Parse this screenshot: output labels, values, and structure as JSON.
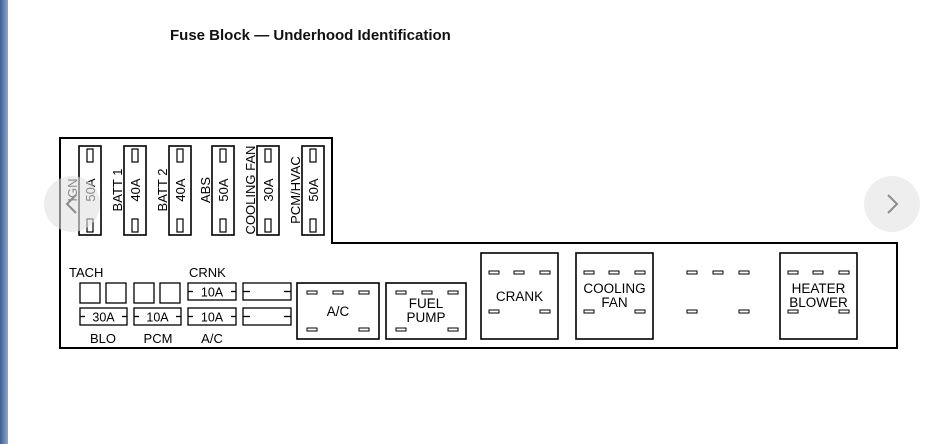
{
  "title": "Fuse Block — Underhood Identification",
  "nav": {
    "prev_icon": "chevron-left-icon",
    "next_icon": "chevron-right-icon"
  },
  "top_fuses": [
    {
      "name": "IGN",
      "amps": "50A"
    },
    {
      "name": "BATT 1",
      "amps": "40A"
    },
    {
      "name": "BATT 2",
      "amps": "40A"
    },
    {
      "name": "ABS",
      "amps": "50A"
    },
    {
      "name": "COOLING FAN",
      "amps": "30A"
    },
    {
      "name": "PCM/HVAC",
      "amps": "50A"
    }
  ],
  "mini_fuses": {
    "tach_label": "TACH",
    "crnk_label": "CRNK",
    "crnk_fuse": "10A",
    "blo_fuse": "30A",
    "pcm_fuse": "10A",
    "ac_fuse": "10A",
    "bottom_labels": [
      "BLO",
      "PCM",
      "A/C"
    ]
  },
  "relays": [
    {
      "label_lines": [
        "A/C"
      ]
    },
    {
      "label_lines": [
        "FUEL",
        "PUMP"
      ]
    },
    {
      "label_lines": [
        "CRANK"
      ]
    },
    {
      "label_lines": [
        "COOLING",
        "FAN"
      ]
    },
    {
      "label_lines": []
    },
    {
      "label_lines": [
        "HEATER",
        "BLOWER"
      ]
    }
  ]
}
